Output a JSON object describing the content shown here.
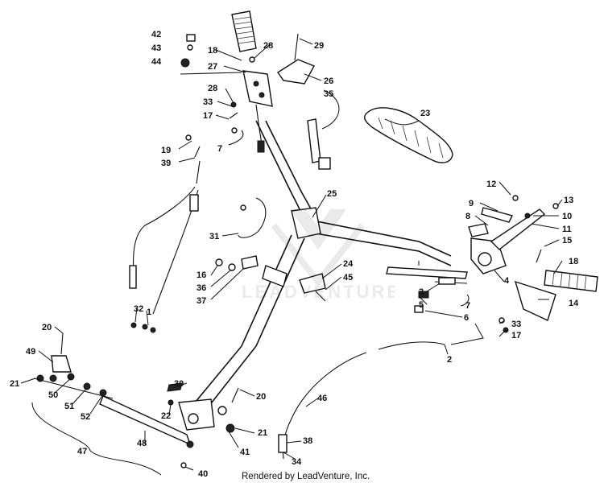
{
  "credit": "Rendered by LeadVenture, Inc.",
  "watermark": "LEADVENTURE",
  "labels": [
    "42",
    "43",
    "44",
    "18",
    "28",
    "29",
    "27",
    "26",
    "35",
    "28",
    "33",
    "17",
    "7",
    "19",
    "39",
    "23",
    "25",
    "9",
    "12",
    "13",
    "8",
    "10",
    "11",
    "15",
    "31",
    "24",
    "45",
    "16",
    "36",
    "37",
    "3",
    "5",
    "7",
    "4",
    "6",
    "18",
    "14",
    "33",
    "17",
    "2",
    "32",
    "1",
    "20",
    "49",
    "21",
    "50",
    "51",
    "52",
    "30",
    "22",
    "20",
    "21",
    "41",
    "46",
    "38",
    "34",
    "48",
    "47",
    "40"
  ]
}
